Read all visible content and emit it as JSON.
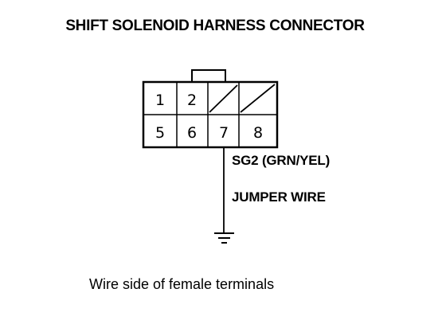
{
  "title": "SHIFT SOLENOID HARNESS CONNECTOR",
  "connector": {
    "top_row": [
      {
        "label": "1",
        "empty": false
      },
      {
        "label": "2",
        "empty": false
      },
      {
        "label": "",
        "empty": true
      },
      {
        "label": "",
        "empty": true
      }
    ],
    "bottom_row": [
      {
        "label": "5",
        "empty": false
      },
      {
        "label": "6",
        "empty": false
      },
      {
        "label": "7",
        "empty": false
      },
      {
        "label": "8",
        "empty": false
      }
    ]
  },
  "wire_label": "SG2 (GRN/YEL)",
  "jumper_label": "JUMPER WIRE",
  "caption": "Wire side of female terminals",
  "icons": {
    "ground": "ground-symbol-icon"
  }
}
